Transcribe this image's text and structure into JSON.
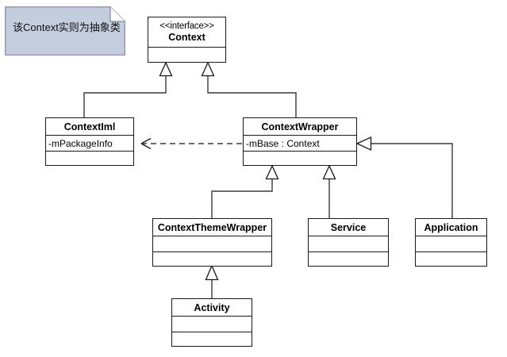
{
  "diagram": {
    "title": "Android Context class hierarchy UML diagram",
    "background": "#ffffff",
    "line_color": "#3a3a3a",
    "box_border_color": "#1a1a1a",
    "note_fill": "#c3cdde",
    "note_border": "#7f8ba3"
  },
  "note": {
    "text": "该Context实则为抽象类"
  },
  "classes": {
    "context": {
      "stereotype": "<<interface>>",
      "name": "Context",
      "compartments": [
        "",
        ""
      ]
    },
    "context_iml": {
      "name": "ContextIml",
      "attribute": "-mPackageInfo",
      "compartments": [
        "-mPackageInfo",
        ""
      ]
    },
    "context_wrapper": {
      "name": "ContextWrapper",
      "attribute": "-mBase : Context",
      "compartments": [
        "-mBase : Context",
        ""
      ]
    },
    "context_theme_wrapper": {
      "name": "ContextThemeWrapper",
      "compartments": [
        "",
        ""
      ]
    },
    "service": {
      "name": "Service",
      "compartments": [
        "",
        ""
      ]
    },
    "application": {
      "name": "Application",
      "compartments": [
        "",
        ""
      ]
    },
    "activity": {
      "name": "Activity",
      "compartments": [
        "",
        ""
      ]
    }
  },
  "relationships": [
    {
      "kind": "generalization",
      "from": "ContextIml",
      "to": "Context"
    },
    {
      "kind": "generalization",
      "from": "ContextWrapper",
      "to": "Context"
    },
    {
      "kind": "dependency",
      "from": "ContextWrapper",
      "to": "ContextIml"
    },
    {
      "kind": "generalization",
      "from": "ContextThemeWrapper",
      "to": "ContextWrapper"
    },
    {
      "kind": "generalization",
      "from": "Service",
      "to": "ContextWrapper"
    },
    {
      "kind": "generalization",
      "from": "Application",
      "to": "ContextWrapper"
    },
    {
      "kind": "generalization",
      "from": "Activity",
      "to": "ContextThemeWrapper"
    }
  ]
}
